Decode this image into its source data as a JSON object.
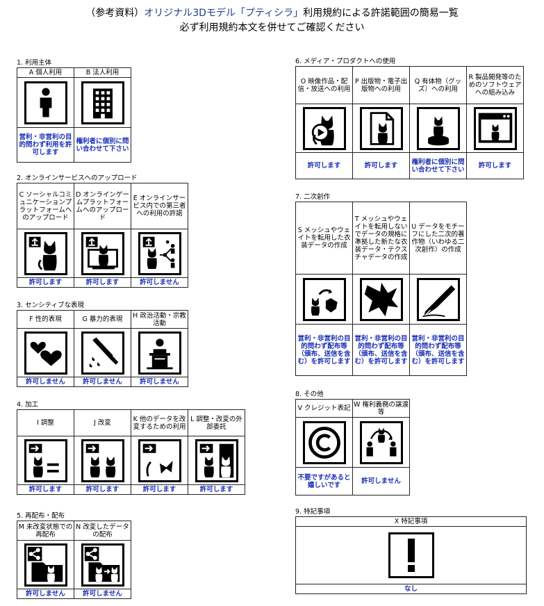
{
  "title": {
    "prefix": "（参考資料）",
    "highlight": "オリジナル3Dモデル「プティシラ」",
    "suffix": "利用規約による許諾範囲の簡易一覧",
    "line2": "必ず利用規約本文を併せてご確認ください"
  },
  "colors": {
    "status": "#1a2fb5",
    "title_accent": "#1e3c8c"
  },
  "sections": {
    "s1": {
      "title": "1. 利用主体",
      "items": [
        {
          "header": "A 個人利用",
          "icon": "person-icon",
          "status": "営利・非営利の目的問わず利用を許可します"
        },
        {
          "header": "B 法人利用",
          "icon": "building-icon",
          "status": "権利者に個別に問い合わせて下さい"
        }
      ]
    },
    "s2": {
      "title": "2. オンラインサービスへのアップロード",
      "items": [
        {
          "header": "C ソーシャルコミュニケーションプラットフォームへのアップロード",
          "icon": "upload-avatar-icon",
          "status": "許可します"
        },
        {
          "header": "D オンラインゲームプラットフォームへのアップロード",
          "icon": "upload-game-icon",
          "status": "許可します"
        },
        {
          "header": "E オンラインサービス内での第三者への利用の許諾",
          "icon": "upload-share-icon",
          "status": "許可しません"
        }
      ]
    },
    "s3": {
      "title": "3. センシティブな表現",
      "items": [
        {
          "header": "F 性的表現",
          "icon": "hearts-icon",
          "status": "許可しません"
        },
        {
          "header": "G 暴力的表現",
          "icon": "knife-icon",
          "status": "許可しません"
        },
        {
          "header": "H 政治活動・宗教活動",
          "icon": "podium-icon",
          "status": "許可しません"
        }
      ]
    },
    "s4": {
      "title": "4. 加工",
      "items": [
        {
          "header": "I 調整",
          "icon": "adjust-icon",
          "status": "許可します"
        },
        {
          "header": "J 改変",
          "icon": "modify-icon",
          "status": "許可します"
        },
        {
          "header": "K 他のデータを改変するための利用",
          "icon": "other-data-icon",
          "status": "許可します"
        },
        {
          "header": "L 調整・改変の外部委託",
          "icon": "outsource-icon",
          "status": "許可します"
        }
      ]
    },
    "s5": {
      "title": "5. 再配布・配布",
      "items": [
        {
          "header": "M 未改変状態での再配布",
          "icon": "redistribute-icon",
          "status": "許可しません"
        },
        {
          "header": "N 改変したデータの配布",
          "icon": "distribute-modified-icon",
          "status": "許可しません"
        }
      ]
    },
    "s6": {
      "title": "6. メディア・プロダクトへの使用",
      "items": [
        {
          "header": "O 映像作品・配信・放送への利用",
          "icon": "video-icon",
          "status": "許可します"
        },
        {
          "header": "P 出版物・電子出版物への利用",
          "icon": "publication-icon",
          "status": "許可します"
        },
        {
          "header": "Q 有体物（グッズ）への利用",
          "icon": "figure-icon",
          "status": "権利者に個別に問い合わせて下さい"
        },
        {
          "header": "R 製品開発等のためのソフトウェアへの組み込み",
          "icon": "software-icon",
          "status": "許可します"
        }
      ]
    },
    "s7": {
      "title": "7. 二次創作",
      "items": [
        {
          "header": "S メッシュやウェイトを転用した衣装データの作成",
          "icon": "mesh-costume-icon",
          "status": "営利・非営利の目的問わず配布等（頒布、送信を含む）を許可します"
        },
        {
          "header": "T メッシュやウェイトを転用しないでデータの規格に準拠した新たな衣装データ・テクスチャデータの作成",
          "icon": "new-costume-icon",
          "status": "営利・非営利の目的問わず配布等（頒布、送信を含む）を許可します"
        },
        {
          "header": "U データをモチーフにした二次的著作物（いわゆる二次創作）の作成",
          "icon": "pen-icon",
          "status": "営利・非営利の目的問わず配布等（頒布、送信を含む）を許可します"
        }
      ]
    },
    "s8": {
      "title": "8. その他",
      "items": [
        {
          "header": "V クレジット表記",
          "icon": "copyright-icon",
          "status": "不要ですがあると嬉しいです"
        },
        {
          "header": "W 権利義務の譲渡等",
          "icon": "transfer-icon",
          "status": "許可しません"
        }
      ]
    },
    "s9": {
      "title": "9. 特記事項",
      "header": "X 特記事項",
      "icon": "exclamation-icon",
      "status": "なし"
    }
  }
}
